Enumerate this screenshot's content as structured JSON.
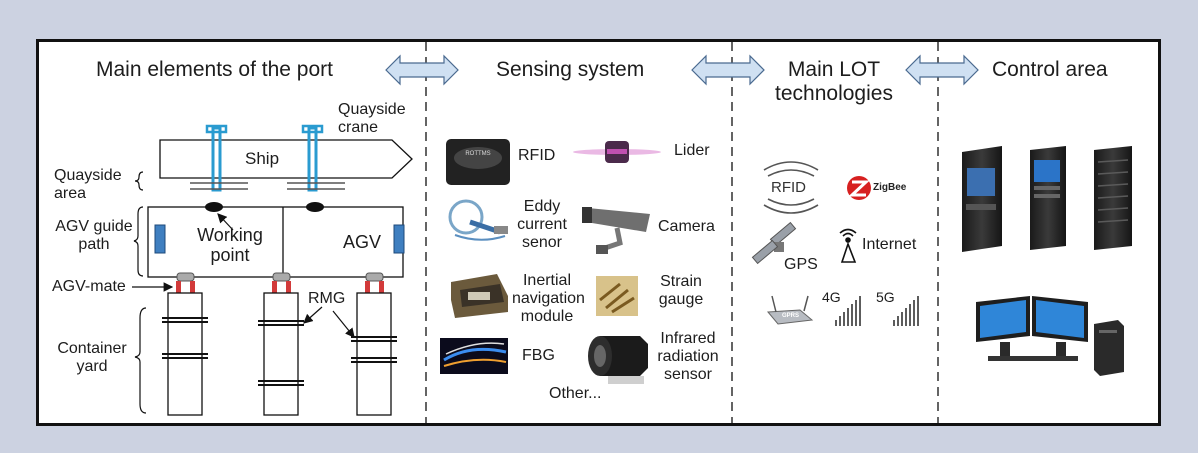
{
  "headers": {
    "port": "Main elements of the port",
    "sensing": "Sensing system",
    "lot": "Main LOT technologies",
    "control": "Control area"
  },
  "port": {
    "quayside_crane": "Quayside crane",
    "ship": "Ship",
    "quayside_area": "Quayside area",
    "agv_guide_path": "AGV guide path",
    "working_point": "Working point",
    "agv": "AGV",
    "agv_mate": "AGV-mate",
    "rmg": "RMG",
    "container_yard": "Container yard"
  },
  "sensors": {
    "rfid": "RFID",
    "lider": "Lider",
    "eddy": "Eddy current senor",
    "camera": "Camera",
    "inertial": "Inertial navigation module",
    "strain": "Strain gauge",
    "fbg": "FBG",
    "infrared": "Infrared radiation sensor",
    "other": "Other..."
  },
  "lot": {
    "rfid": "RFID",
    "zigbee": "ZigBee",
    "gps": "GPS",
    "internet": "Internet",
    "gprs": "GPRS",
    "g4": "4G",
    "g5": "5G"
  },
  "colors": {
    "background": "#ccd2e1",
    "crane_blue": "#2a9bd0",
    "agv_blue": "#3f7fc0",
    "agv_mate_red": "#d23a3a",
    "arrow_fill": "#cfe0f2"
  }
}
